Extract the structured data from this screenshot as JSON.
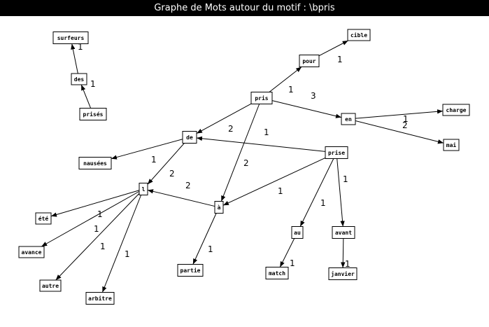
{
  "window": {
    "title": "Graphe de Mots autour du motif : \\bpris"
  },
  "graph": {
    "nodes": [
      {
        "id": "surfeurs",
        "label": "surfeurs"
      },
      {
        "id": "des",
        "label": "des"
      },
      {
        "id": "prises",
        "label": "prisés"
      },
      {
        "id": "cible",
        "label": "cible"
      },
      {
        "id": "pour",
        "label": "pour"
      },
      {
        "id": "pris",
        "label": "pris"
      },
      {
        "id": "en",
        "label": "en"
      },
      {
        "id": "charge",
        "label": "charge"
      },
      {
        "id": "mai",
        "label": "mai"
      },
      {
        "id": "de",
        "label": "de"
      },
      {
        "id": "prise",
        "label": "prise"
      },
      {
        "id": "nausees",
        "label": "nausées"
      },
      {
        "id": "l",
        "label": "l"
      },
      {
        "id": "a",
        "label": "à"
      },
      {
        "id": "ete",
        "label": "été"
      },
      {
        "id": "avance",
        "label": "avance"
      },
      {
        "id": "autre",
        "label": "autre"
      },
      {
        "id": "arbitre",
        "label": "arbitre"
      },
      {
        "id": "partie",
        "label": "partie"
      },
      {
        "id": "au",
        "label": "au"
      },
      {
        "id": "avant",
        "label": "avant"
      },
      {
        "id": "match",
        "label": "match"
      },
      {
        "id": "janvier",
        "label": "janvier"
      }
    ],
    "edges": [
      {
        "from": "des",
        "to": "surfeurs",
        "weight": "1"
      },
      {
        "from": "prises",
        "to": "des",
        "weight": "1"
      },
      {
        "from": "pour",
        "to": "cible",
        "weight": "1"
      },
      {
        "from": "pris",
        "to": "pour",
        "weight": "1"
      },
      {
        "from": "pris",
        "to": "en",
        "weight": "3"
      },
      {
        "from": "en",
        "to": "charge",
        "weight": "1"
      },
      {
        "from": "en",
        "to": "mai",
        "weight": "2"
      },
      {
        "from": "pris",
        "to": "de",
        "weight": "2"
      },
      {
        "from": "prise",
        "to": "de",
        "weight": "1"
      },
      {
        "from": "pris",
        "to": "a",
        "weight": "2"
      },
      {
        "from": "de",
        "to": "nausees",
        "weight": "1"
      },
      {
        "from": "de",
        "to": "l",
        "weight": "2"
      },
      {
        "from": "a",
        "to": "l",
        "weight": "2"
      },
      {
        "from": "prise",
        "to": "a",
        "weight": "1"
      },
      {
        "from": "l",
        "to": "ete",
        "weight": "1"
      },
      {
        "from": "l",
        "to": "avance",
        "weight": "1"
      },
      {
        "from": "l",
        "to": "autre",
        "weight": "1"
      },
      {
        "from": "l",
        "to": "arbitre",
        "weight": "1"
      },
      {
        "from": "a",
        "to": "partie",
        "weight": "1"
      },
      {
        "from": "prise",
        "to": "au",
        "weight": "1"
      },
      {
        "from": "prise",
        "to": "avant",
        "weight": "1"
      },
      {
        "from": "au",
        "to": "match",
        "weight": "1"
      },
      {
        "from": "avant",
        "to": "janvier",
        "weight": "1"
      }
    ]
  }
}
